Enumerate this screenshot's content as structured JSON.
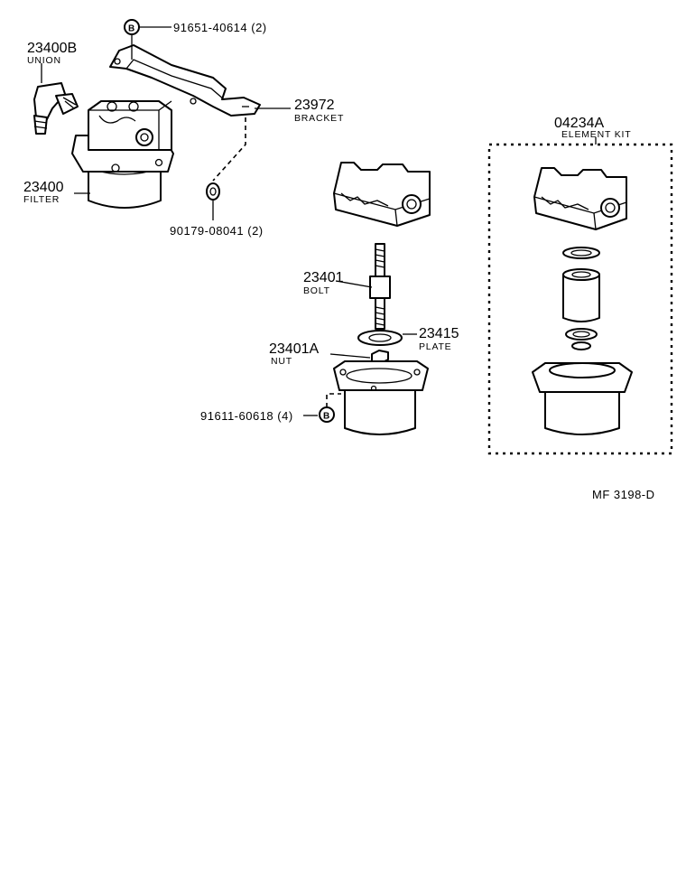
{
  "labels": {
    "union": {
      "part_no": "23400B",
      "name": "UNION"
    },
    "filter": {
      "part_no": "23400",
      "name": "FILTER"
    },
    "screw_top": {
      "part_no": "91651-40614 (2)"
    },
    "bracket": {
      "part_no": "23972",
      "name": "BRACKET"
    },
    "nut_side": {
      "part_no": "90179-08041 (2)"
    },
    "bolt": {
      "part_no": "23401",
      "name": "BOLT"
    },
    "plate": {
      "part_no": "23415",
      "name": "PLATE"
    },
    "nut": {
      "part_no": "23401A",
      "name": "NUT"
    },
    "screw_bottom": {
      "part_no": "91611-60618 (4)"
    },
    "element_kit": {
      "part_no": "04234A",
      "name": "ELEMENT KIT"
    }
  },
  "figure_code": "MF  3198-D",
  "callout_symbol": "B"
}
